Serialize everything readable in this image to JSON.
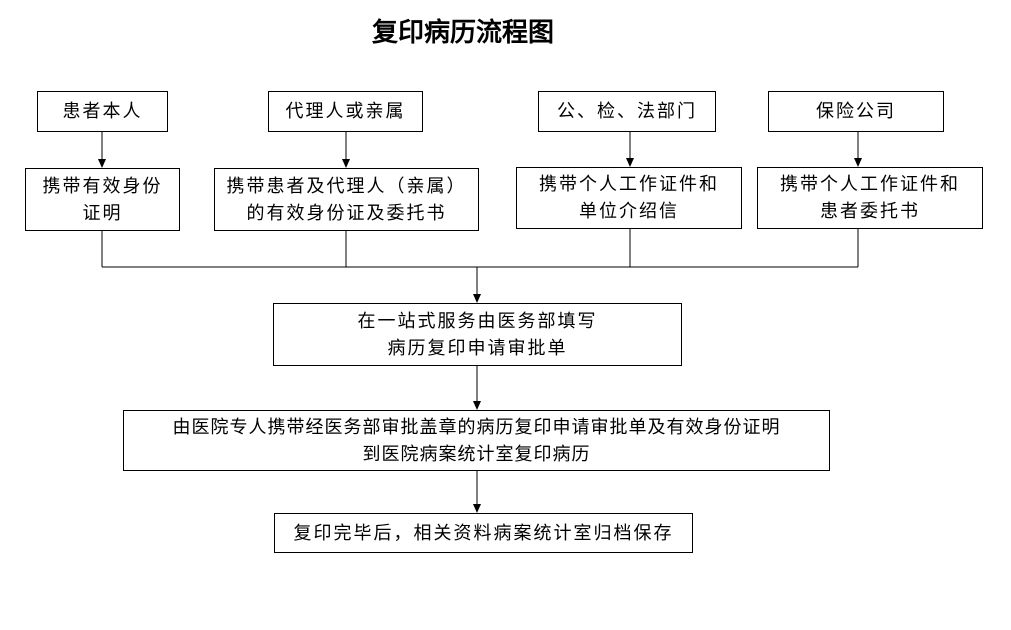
{
  "title": "复印病历流程图",
  "requesters": [
    {
      "label": "患者本人"
    },
    {
      "label": "代理人或亲属"
    },
    {
      "label": "公、检、法部门"
    },
    {
      "label": "保险公司"
    }
  ],
  "documents": [
    {
      "line1": "携带有效身份",
      "line2": "证明"
    },
    {
      "line1": "携带患者及代理人（亲属）",
      "line2": "的有效身份证及委托书"
    },
    {
      "line1": "携带个人工作证件和",
      "line2": "单位介绍信"
    },
    {
      "line1": "携带个人工作证件和",
      "line2": "患者委托书"
    }
  ],
  "steps": [
    {
      "line1": "在一站式服务由医务部填写",
      "line2": "病历复印申请审批单"
    },
    {
      "line1": "由医院专人携带经医务部审批盖章的病历复印申请审批单及有效身份证明",
      "line2": "到医院病案统计室复印病历"
    },
    {
      "line1": "复印完毕后，相关资料病案统计室归档保存"
    }
  ]
}
